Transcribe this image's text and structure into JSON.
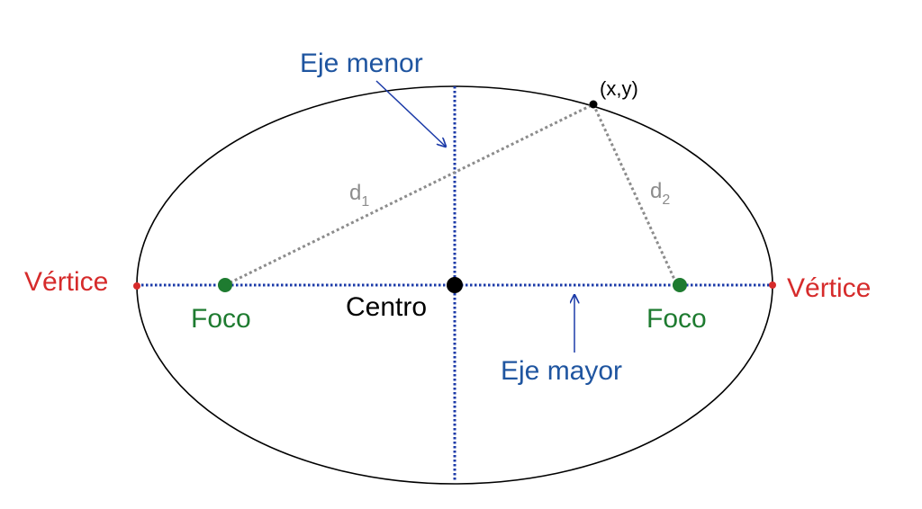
{
  "labels": {
    "minor_axis": "Eje menor",
    "major_axis": "Eje mayor",
    "point": "(x,y)",
    "d1": "d",
    "d1_sub": "1",
    "d2": "d",
    "d2_sub": "2",
    "vertex_left": "Vértice",
    "vertex_right": "Vértice",
    "focus_left": "Foco",
    "focus_right": "Foco",
    "center": "Centro"
  },
  "colors": {
    "axis": "#1b3aa8",
    "axis_label": "#1f55a0",
    "vertex": "#d62b2b",
    "focus": "#1e7b30",
    "distance": "#8c8c8c",
    "ellipse": "#000000"
  }
}
